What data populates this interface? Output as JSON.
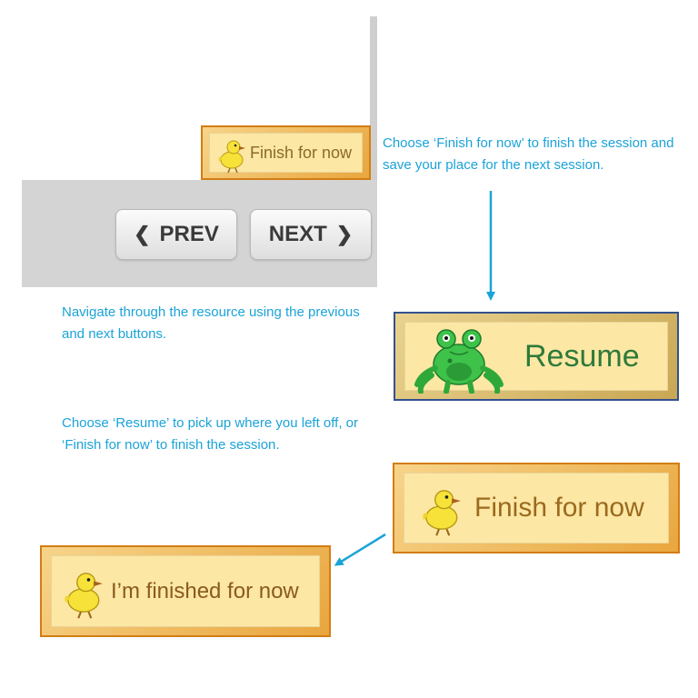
{
  "notes": {
    "finish_note": "Choose ‘Finish for now’ to finish the session and save your place for the next session.",
    "navigate_note": "Navigate through the resource using the previous and next  buttons.",
    "resume_note": "Choose ‘Resume’ to pick up where you left off, or ‘Finish for now’ to finish the session."
  },
  "nav": {
    "prev_label": "PREV",
    "next_label": "NEXT",
    "prev_chevron": "❮",
    "next_chevron": "❯"
  },
  "buttons": {
    "small_finish_label": "Finish for now",
    "resume_label": "Resume",
    "finish_big_label": "Finish for now",
    "finished_label": "I’m finished for now"
  },
  "icons": {
    "chick": "chick-icon",
    "frog": "frog-icon"
  },
  "colors": {
    "note_text": "#1ba3d8",
    "orange_border": "#d27d14",
    "blue_border": "#33508f",
    "button_face": "#fde7a5",
    "resume_text": "#2d7a39",
    "finish_text": "#9a6a1e"
  }
}
